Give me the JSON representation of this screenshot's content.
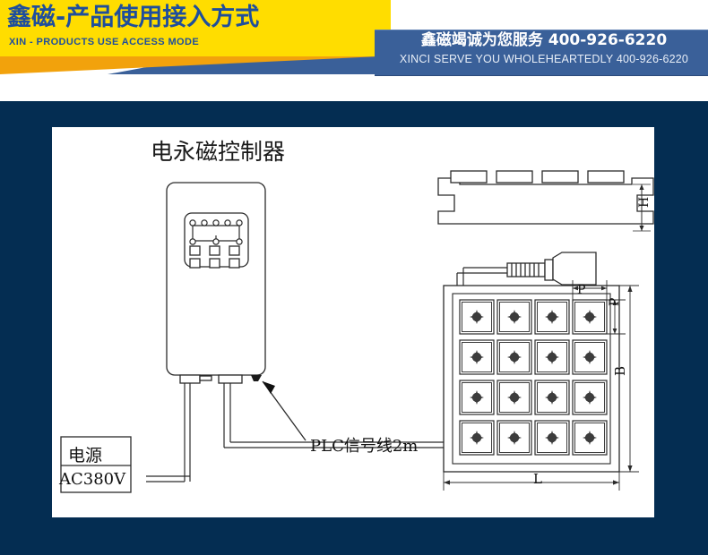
{
  "header": {
    "title_cn": "鑫磁-产品使用接入方式",
    "subtitle_en": "XIN - PRODUCTS USE ACCESS MODE",
    "right_cn": "鑫磁竭诚为您服务 400-926-6220",
    "right_en": "XINCI SERVE YOU WHOLEHEARTEDLY 400-926-6220",
    "colors": {
      "yellow": "#FFDD00",
      "orange": "#F2A20C",
      "blue": "#3A6099",
      "title_blue": "#1F4E9C",
      "navy": "#042D52"
    }
  },
  "diagram": {
    "title": "电永磁控制器",
    "labels": {
      "plc_cable": "PLC信号线2m",
      "power_cn": "电源",
      "power_voltage": "AC380V",
      "dim_length": "L",
      "dim_width": "B",
      "dim_height": "H",
      "dim_pitch_top": "P",
      "dim_pitch_side": "P"
    },
    "chuck": {
      "rows": 4,
      "cols": 4,
      "pole_count": 16
    },
    "controller": {
      "panel_top_terminals": 5,
      "panel_mid_terminals": 3,
      "panel_buttons": 6
    }
  }
}
